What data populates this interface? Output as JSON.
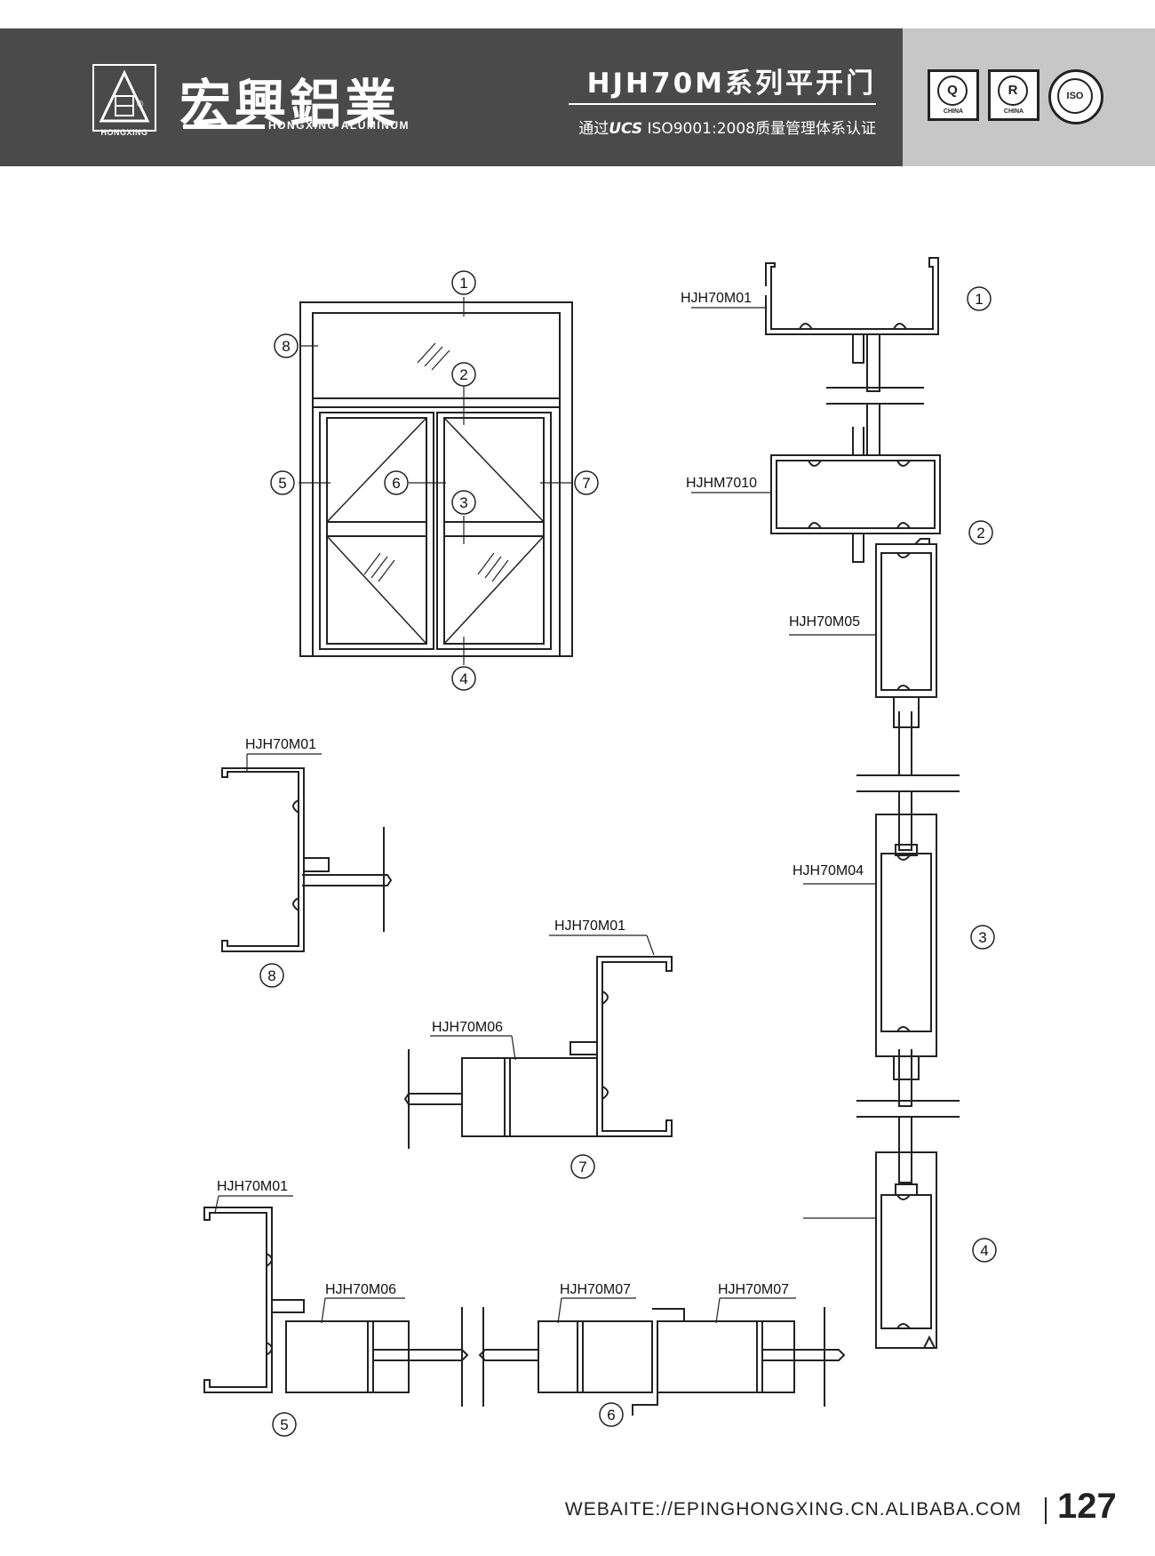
{
  "header": {
    "brand_cn": "宏興鋁業",
    "brand_en": "HONGXING ALUMINUM",
    "logo_small_text": "HONGXING",
    "series_title": "HJH70M系列平开门",
    "cert_prefix": "通过",
    "cert_ucs": "UCS",
    "cert_suffix": "ISO9001:2008质量管理体系认证",
    "badges": [
      {
        "letter": "Q",
        "label": "CHINA"
      },
      {
        "letter": "R",
        "label": "CHINA"
      },
      {
        "letter": "ISO",
        "label": ""
      }
    ]
  },
  "elevation": {
    "callouts": [
      "1",
      "2",
      "3",
      "4",
      "5",
      "6",
      "7",
      "8"
    ]
  },
  "sections": {
    "section_8": {
      "number": "8",
      "labels": [
        "HJH70M01"
      ]
    },
    "section_7": {
      "number": "7",
      "labels": [
        "HJH70M01",
        "HJH70M06"
      ]
    },
    "section_56": {
      "numbers": [
        "5",
        "6"
      ],
      "labels": [
        "HJH70M01",
        "HJH70M06",
        "HJH70M07",
        "HJH70M07"
      ]
    },
    "vertical": {
      "labels": [
        "HJH70M01",
        "HJHM7010",
        "HJH70M05",
        "HJH70M04"
      ],
      "numbers": [
        "1",
        "2",
        "3",
        "4"
      ]
    }
  },
  "footer": {
    "url": "WEBAITE://EPINGHONGXING.CN.ALIBABA.COM",
    "page": "127"
  }
}
